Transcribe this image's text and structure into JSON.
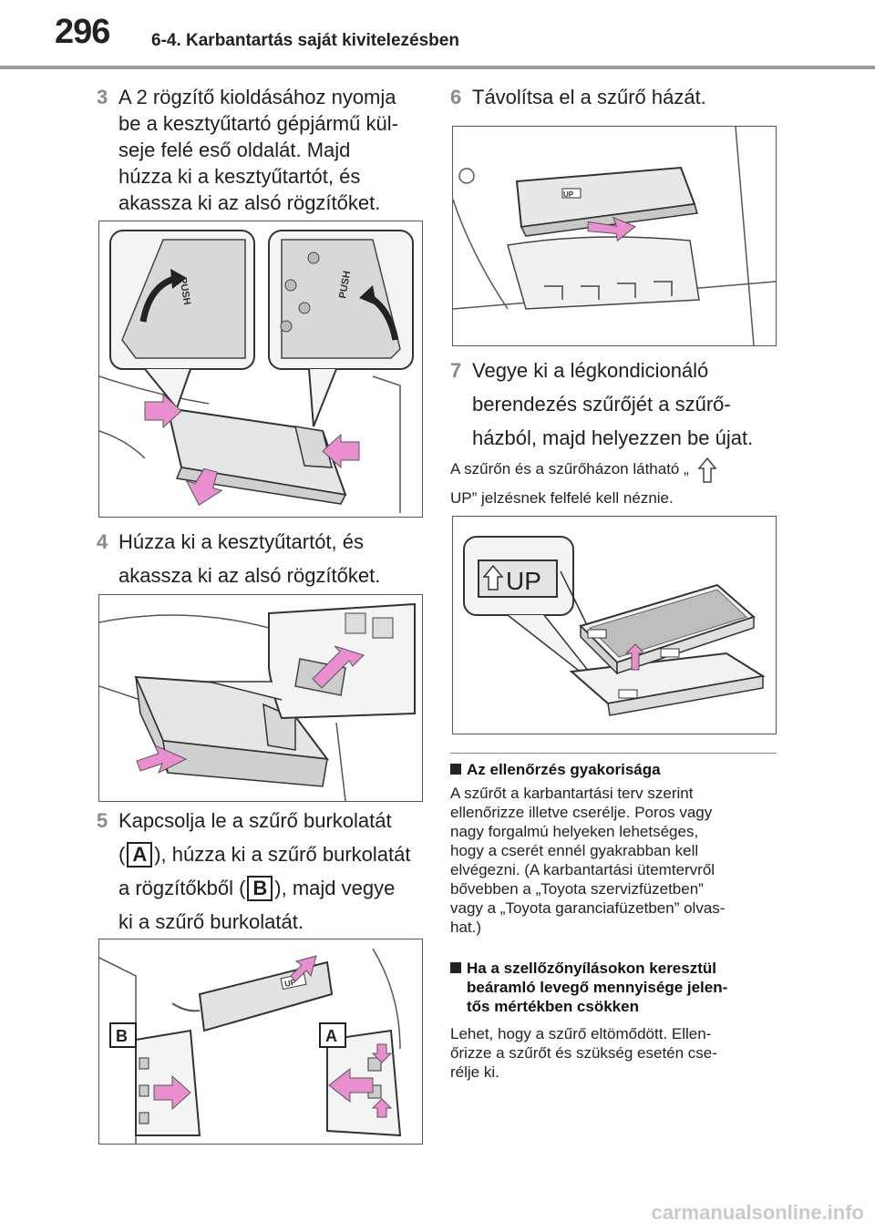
{
  "header": {
    "page_number": "296",
    "section_title": "6-4. Karbantartás saját kivitelezésben"
  },
  "steps": [
    {
      "num": "3",
      "lines": [
        "A 2 rögzítő kioldásához nyomja",
        "be a kesztyűtartó gépjármű kül-",
        "seje felé eső oldalát. Majd",
        "húzza ki a kesztyűtartót, és",
        "akassza ki az alsó rögzítőket."
      ]
    },
    {
      "num": "4",
      "lines": [
        "Húzza ki a kesztyűtartót, és",
        "akassza ki az alsó rögzítőket."
      ]
    },
    {
      "num": "5",
      "line1": "Kapcsolja le a szűrő burkolatát",
      "line2_pre": "(",
      "line2_label": "A",
      "line2_post": "), húzza ki a szűrő burkolatát",
      "line3_pre": "a rögzítőkből (",
      "line3_label": "B",
      "line3_post": "), majd vegye",
      "line4": "ki a szűrő burkolatát."
    },
    {
      "num": "6",
      "lines": [
        "Távolítsa el a szűrő házát."
      ]
    },
    {
      "num": "7",
      "lines": [
        "Vegye ki a légkondicionáló",
        "berendezés szűrőjét a szűrő-",
        "házból, majd helyezzen be újat."
      ]
    }
  ],
  "figures": {
    "push_label": "PUSH",
    "up_label": "UP",
    "label_a": "A",
    "label_b": "B"
  },
  "note": {
    "line1": "A szűrőn és a szűrőházon látható „",
    "line2": "UP”  jelzésnek felfelé kell néznie."
  },
  "sections": [
    {
      "title": [
        "Az ellenőrzés gyakorisága"
      ],
      "body": [
        "A szűrőt a karbantartási terv szerint",
        "ellenőrizze illetve cserélje. Poros vagy",
        "nagy forgalmú helyeken lehetséges,",
        "hogy a cserét ennél gyakrabban kell",
        "elvégezni. (A karbantartási ütemtervről",
        "bővebben a „Toyota szervizfüzetben”",
        "vagy a „Toyota garanciafüzetben” olvas-",
        "hat.)"
      ]
    },
    {
      "title": [
        "Ha a szellőzőnyílásokon keresztül",
        "beáramló levegő mennyisége jelen-",
        "tős mértékben csökken"
      ],
      "body": [
        "Lehet, hogy a szűrő eltömődött. Ellen-",
        "őrizze a szűrőt és szükség esetén cse-",
        "rélje ki."
      ]
    }
  ],
  "footer": {
    "watermark": "carmanualsonline.info"
  },
  "colors": {
    "arrow_fill": "#e98fd0",
    "header_rule": "#9a9a9a"
  }
}
